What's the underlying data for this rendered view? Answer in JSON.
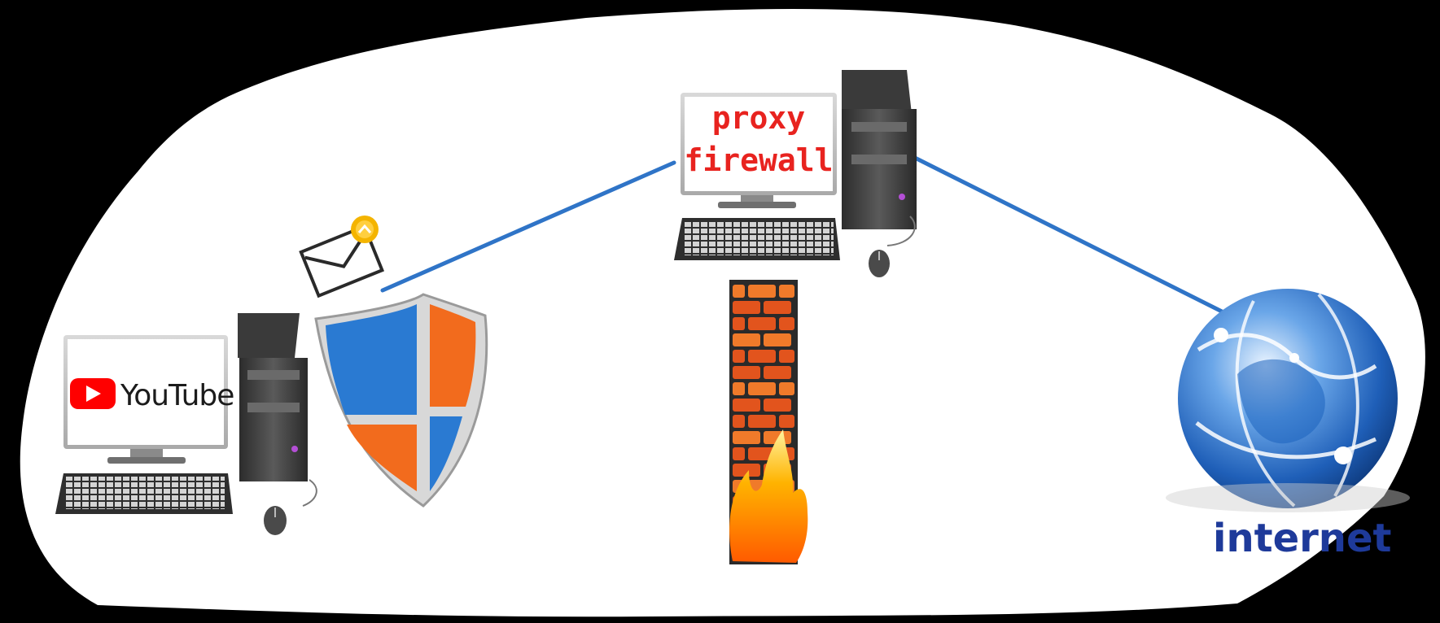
{
  "diagram": {
    "client": {
      "screen_label": "YouTube",
      "icon": "youtube-logo"
    },
    "proxy": {
      "line1": "proxy",
      "line2": "firewall"
    },
    "internet": {
      "label": "internet",
      "icon": "globe-icon"
    },
    "security": {
      "shield_icon": "security-shield-icon",
      "mail_icon": "envelope-icon",
      "firewall_icon": "brick-firewall-icon"
    },
    "colors": {
      "link": "#2f74c7",
      "label_red": "#e8231f",
      "label_blue": "#1e3a9a",
      "youtube_red": "#ff0000",
      "shield_blue": "#2a7ad2",
      "shield_orange": "#f26b1d",
      "brick": "#e2541d",
      "flame": "#ffb300"
    }
  }
}
